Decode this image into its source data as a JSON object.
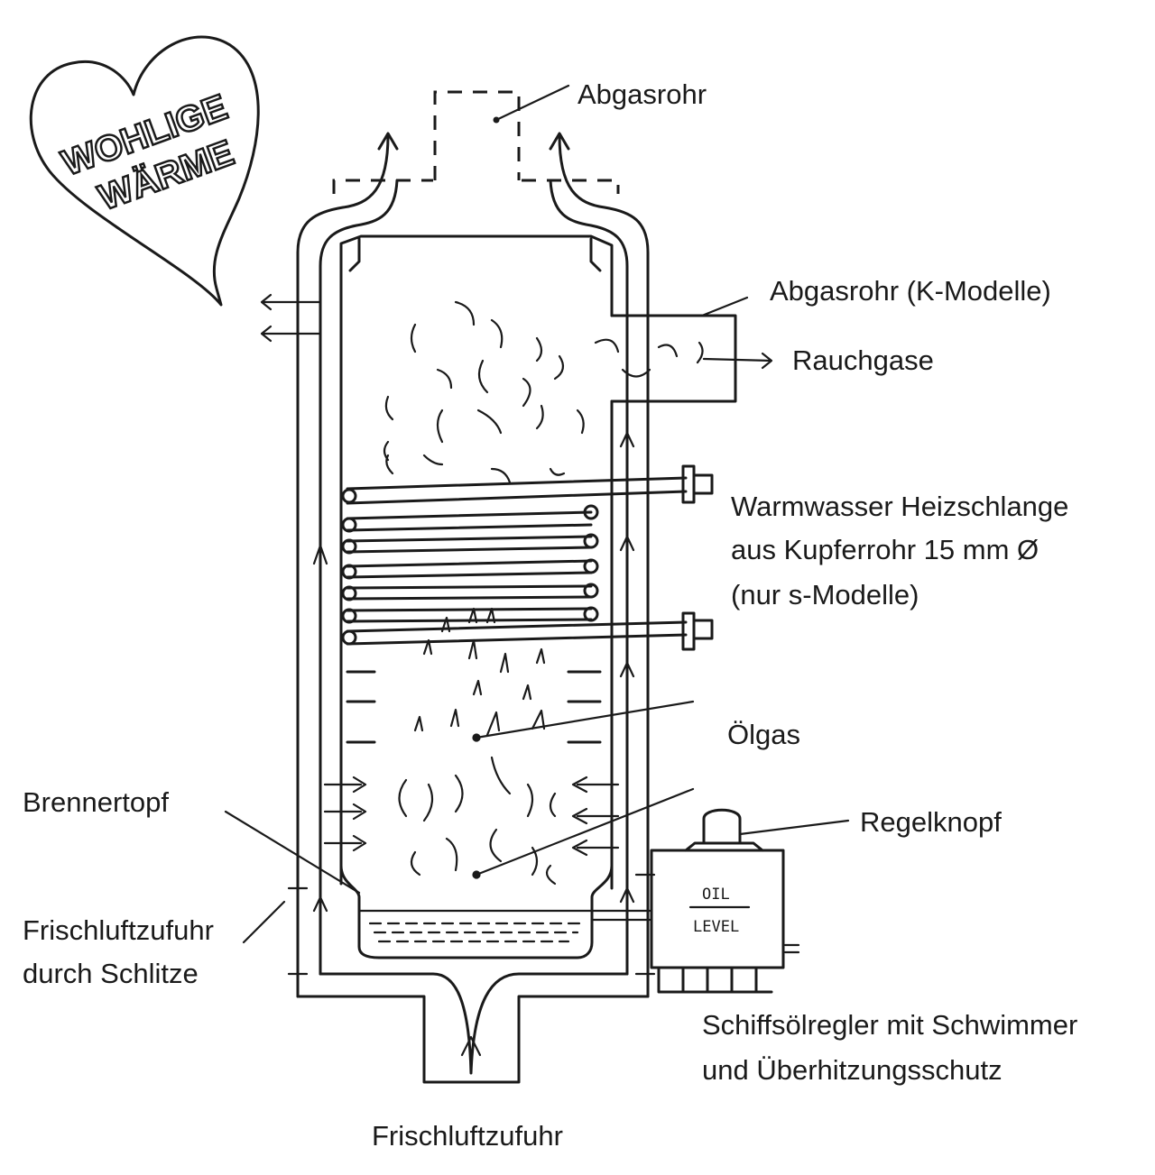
{
  "heart": {
    "line1": "WOHLIGE",
    "line2": "WÄRME"
  },
  "labels": {
    "abgasrohr": "Abgasrohr",
    "abgasrohr_k": "Abgasrohr (K-Modelle)",
    "rauchgase": "Rauchgase",
    "heizschlange_1": "Warmwasser Heizschlange",
    "heizschlange_2": "aus Kupferrohr 15 mm Ø",
    "heizschlange_3": "(nur s-Modelle)",
    "oelgas": "Ölgas",
    "brennertopf": "Brennertopf",
    "regelknopf": "Regelknopf",
    "frischluft_schlitze_1": "Frischluftzufuhr",
    "frischluft_schlitze_2": "durch Schlitze",
    "schiffsoelregler_1": "Schiffsölregler mit Schwimmer",
    "schiffsoelregler_2": "und Überhitzungsschutz",
    "frischluftzufuhr": "Frischluftzufuhr"
  },
  "regulator": {
    "oil": "OIL",
    "level": "LEVEL"
  }
}
